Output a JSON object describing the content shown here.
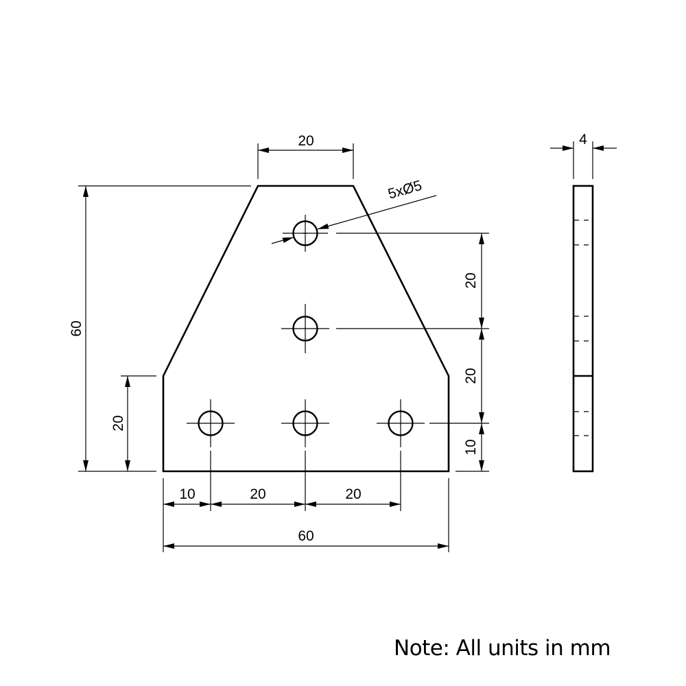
{
  "drawing": {
    "type": "technical-drawing",
    "part": "T-shaped 5-hole joining plate",
    "units": "mm",
    "front_view": {
      "dimensions": {
        "top_width": "20",
        "overall_width": "60",
        "overall_height": "60",
        "shoulder_height": "20",
        "hole_spacing_x_left": "10",
        "hole_spacing_x_mid": "20",
        "hole_spacing_x_right": "20",
        "hole_spacing_y_top": "20",
        "hole_spacing_y_mid": "20",
        "hole_offset_bottom": "10"
      },
      "hole_callout": "5xØ5"
    },
    "side_view": {
      "thickness": "4"
    },
    "note": "Note: All units in mm"
  }
}
